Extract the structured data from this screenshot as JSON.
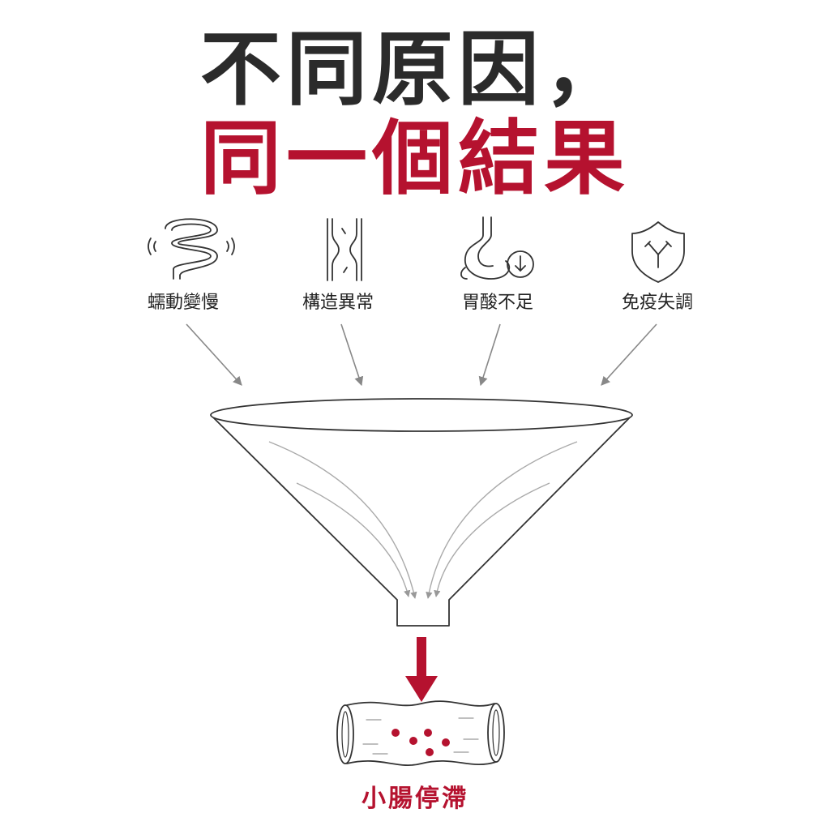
{
  "title": {
    "line1": "不同原因，",
    "line2": "同一個結果"
  },
  "causes": [
    {
      "label": "蠕動變慢",
      "icon": "intestine-icon"
    },
    {
      "label": "構造異常",
      "icon": "narrowed-tube-icon"
    },
    {
      "label": "胃酸不足",
      "icon": "stomach-icon"
    },
    {
      "label": "免疫失調",
      "icon": "antibody-shield-icon"
    }
  ],
  "result": {
    "label": "小腸停滯",
    "icon": "small-intestine-icon"
  },
  "colors": {
    "accent": "#b5122f",
    "text": "#2b2b2b",
    "line": "#333333",
    "arrow": "#888888"
  }
}
